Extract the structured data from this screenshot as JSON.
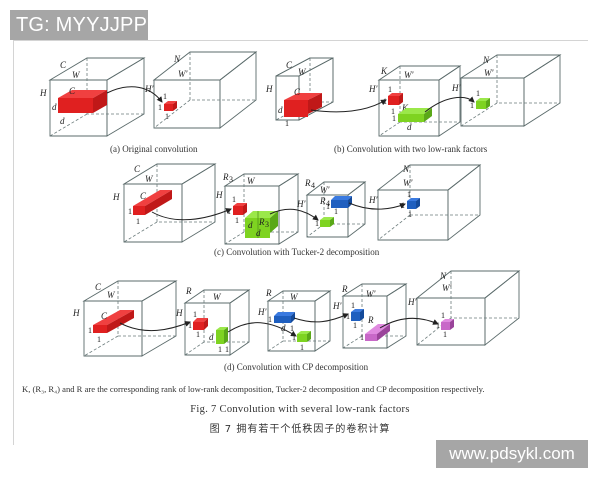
{
  "watermarks": {
    "top_left": "TG: MYYJJPP",
    "bottom_right": "www.pdsykl.com"
  },
  "colors": {
    "red": "#e02020",
    "green": "#7ed321",
    "blue": "#1f5fbf",
    "magenta": "#c868c8",
    "watermark_bg": "#a6a6a6",
    "box_edge": "#5b6b6b"
  },
  "panels": {
    "a": {
      "caption": "(a)  Original convolution"
    },
    "b": {
      "caption": "(b)  Convolution with two low-rank factors"
    },
    "c": {
      "caption": "(c)  Convolution with Tucker-2 decomposition"
    },
    "d": {
      "caption": "(d)  Convolution with CP decomposition"
    }
  },
  "labels": {
    "C": "C",
    "W": "W",
    "H": "H",
    "N": "N",
    "Wp": "W'",
    "Hp": "H'",
    "d": "d",
    "one": "1",
    "K": "K",
    "R": "R",
    "R3": "R",
    "R4": "R",
    "sub3": "3",
    "sub4": "4"
  },
  "footnote": "K, (R₃, R₄) and R are the corresponding rank of low-rank decomposition, Tucker-2 decomposition and CP decomposition respectively.",
  "figure": {
    "title_en": "Fig. 7   Convolution with several low-rank factors",
    "title_cn": "图 7   拥有若干个低秩因子的卷积计算"
  }
}
